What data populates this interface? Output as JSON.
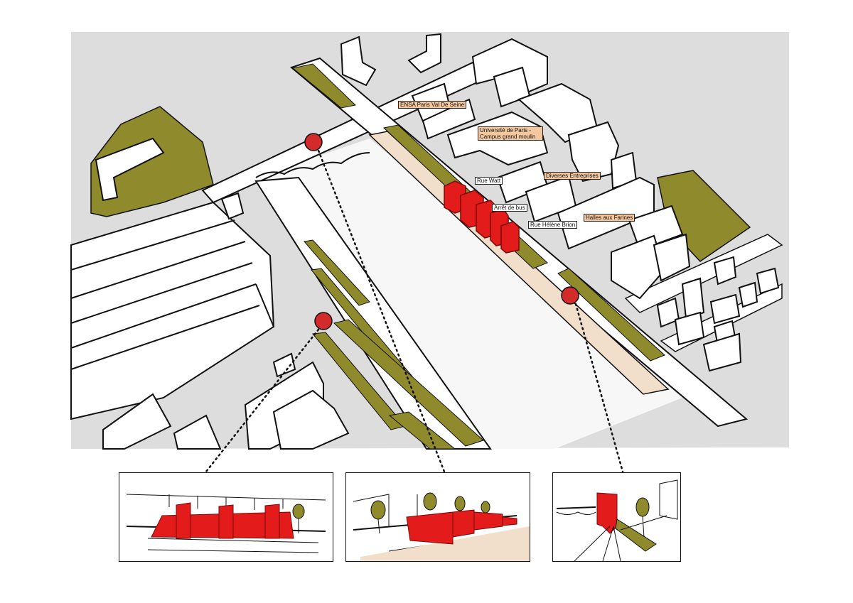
{
  "labels": {
    "ensa": "ENSA Paris Val De Seine",
    "universite": "Université de Paris - Campus grand moulin",
    "rue_watt": "Rue Watt",
    "diverses": "Diverses Entreprises",
    "arret_bus": "Arrêt de bus",
    "rue_helene": "Rue Hélène Brion",
    "halles": "Halles aux Farines"
  },
  "colors": {
    "building_red": "#e31b1b",
    "marker_red": "#d32a2a",
    "ground_gray": "#d9d9d9",
    "vegetation_olive": "#8f8a2c",
    "label_orange": "#f4c79e",
    "path_beige": "#f1dfcb"
  },
  "viewpoints": [
    {
      "id": "viewpoint-1"
    },
    {
      "id": "viewpoint-2"
    },
    {
      "id": "viewpoint-3"
    }
  ]
}
